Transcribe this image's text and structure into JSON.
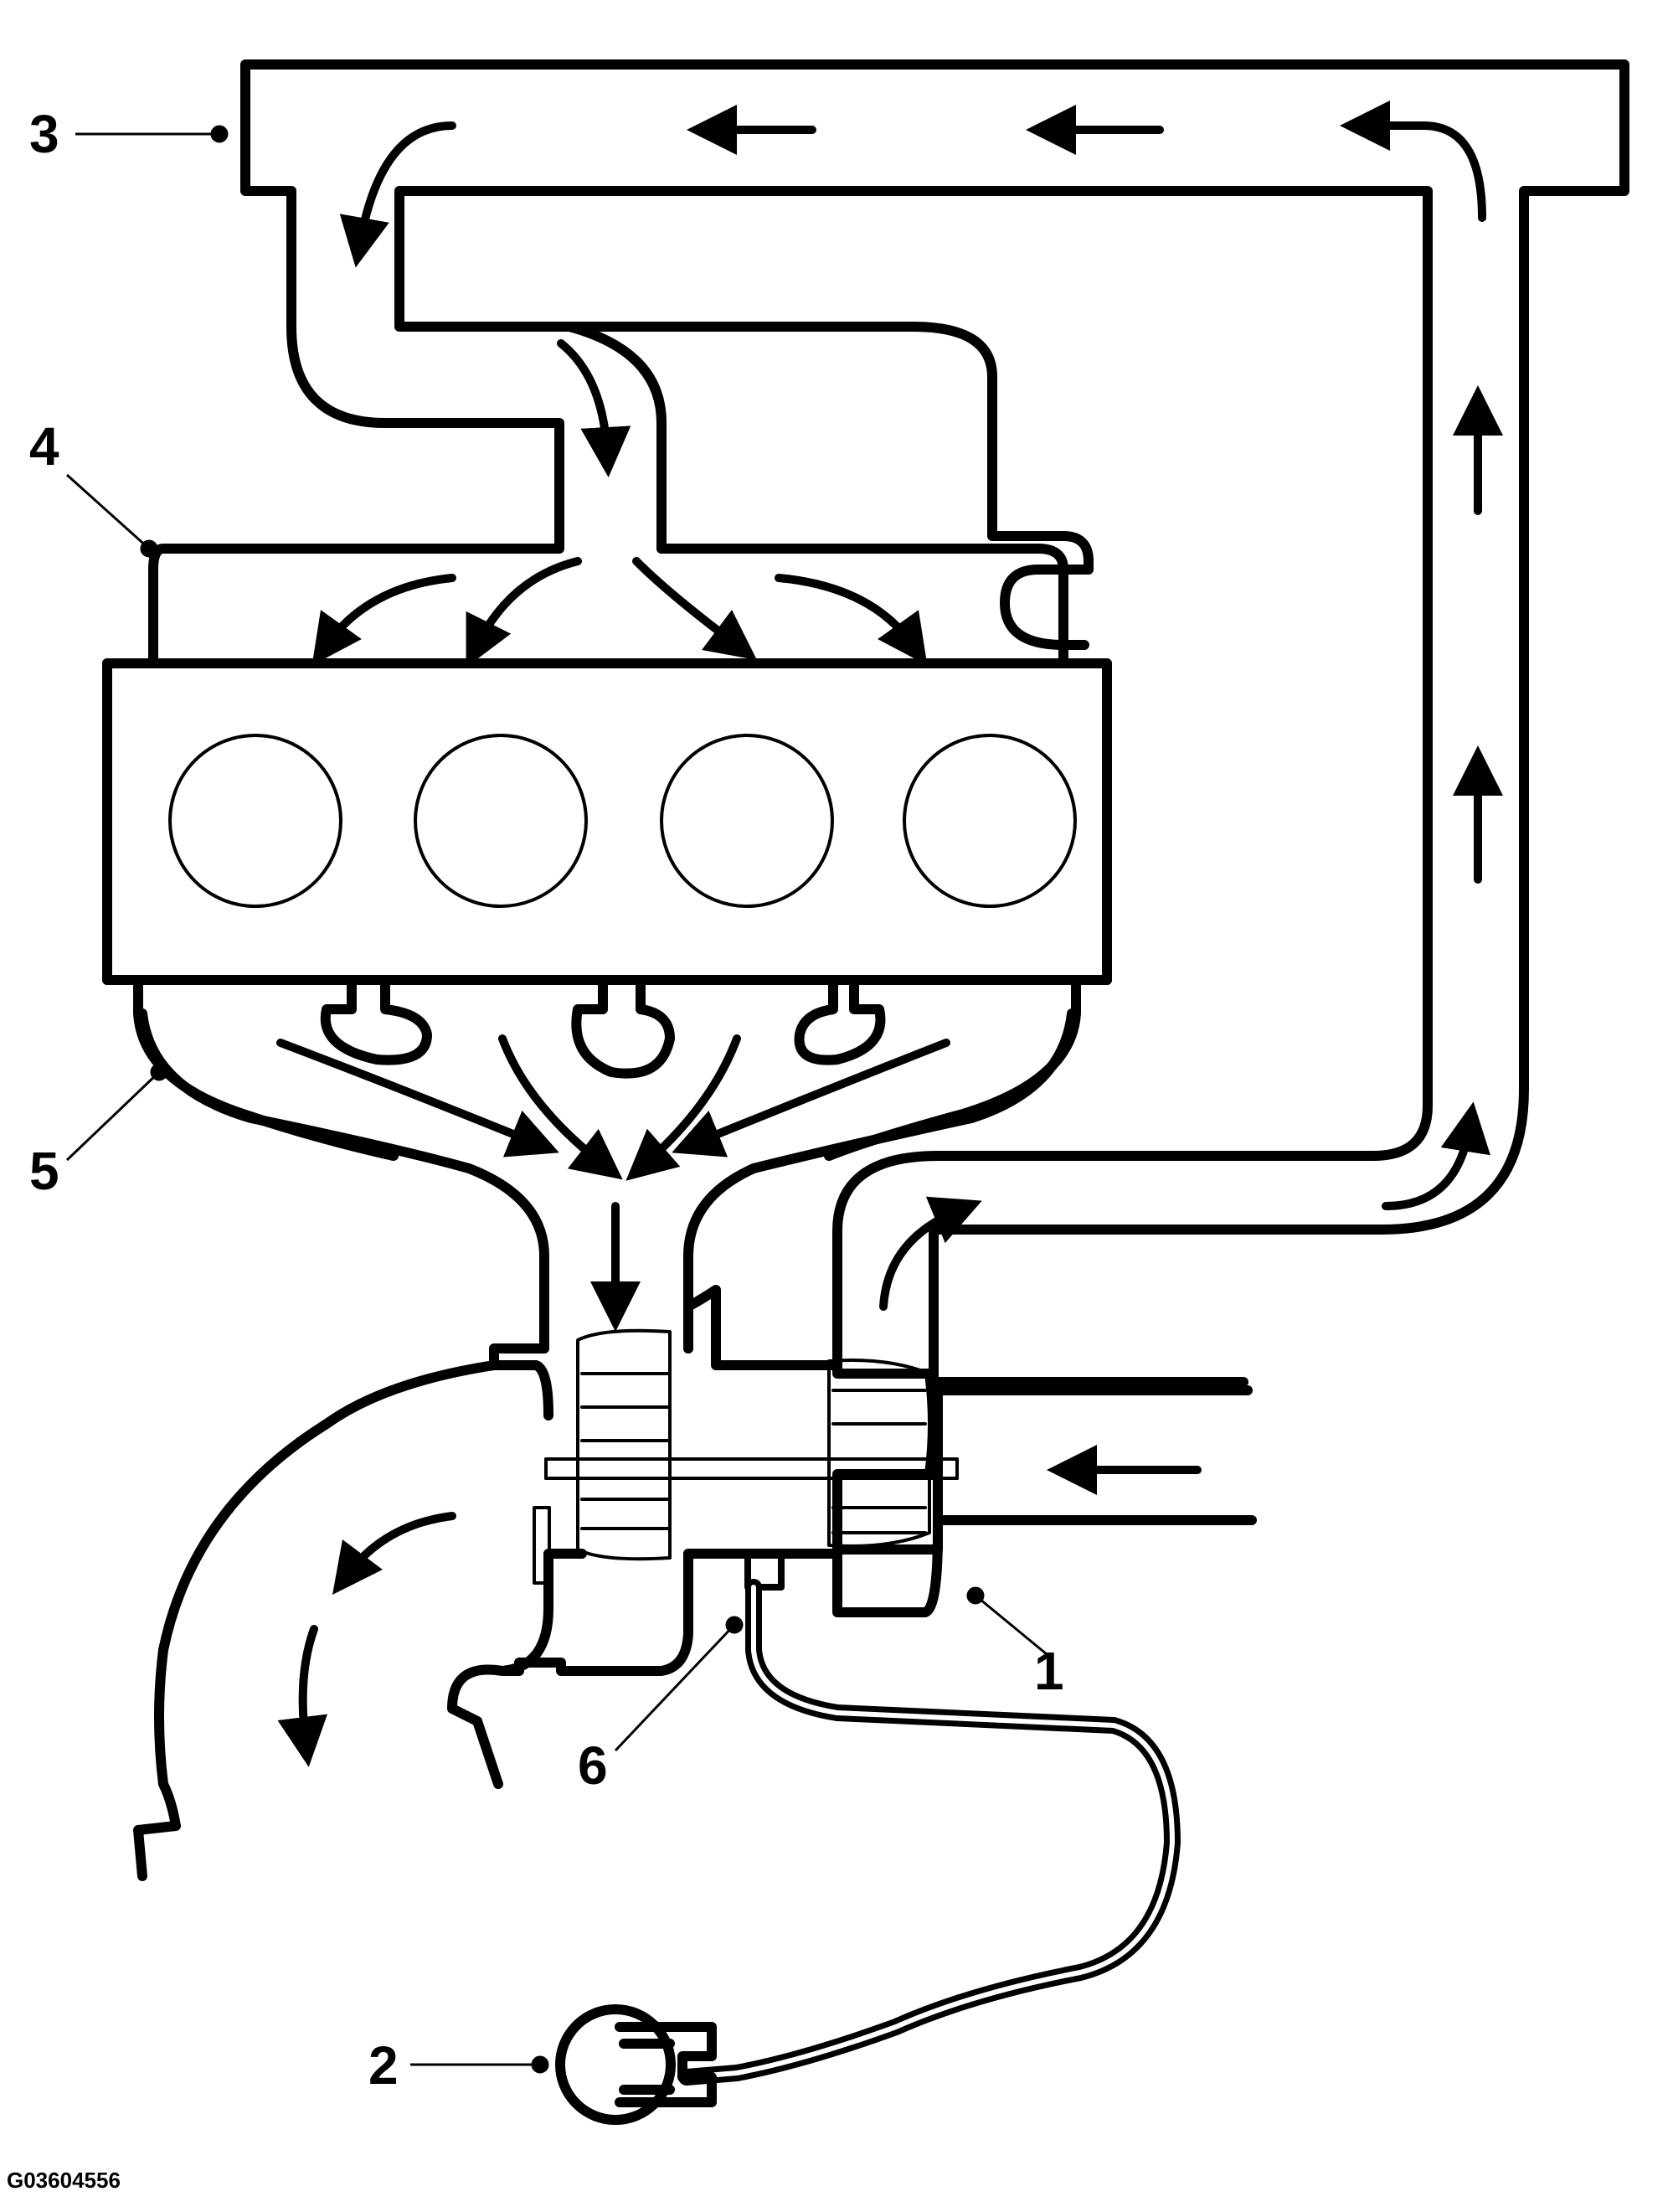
{
  "callouts": {
    "c1": "1",
    "c2": "2",
    "c3": "3",
    "c4": "4",
    "c5": "5",
    "c6": "6"
  },
  "figure_id": "G03604556",
  "colors": {
    "ink": "#000000",
    "background": "#ffffff"
  }
}
